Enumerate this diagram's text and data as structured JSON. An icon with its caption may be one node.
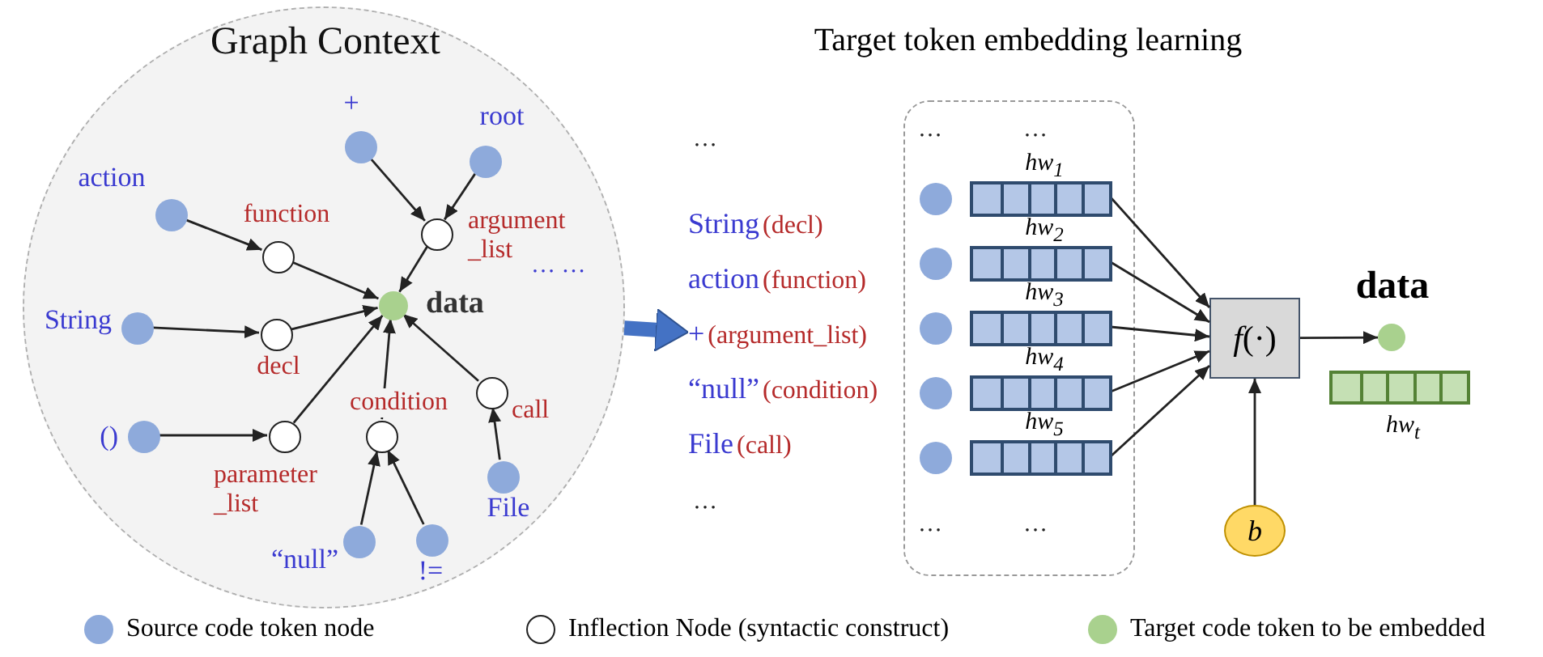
{
  "diagram": {
    "title": "Target token embedding learning",
    "nodes": [
      {
        "text": [
          "Graph Context"
        ]
      },
      {
        "text": [
          "+"
        ],
        "in": 0
      },
      {
        "text": [
          "root"
        ],
        "in": 0
      },
      {
        "text": [
          "action"
        ],
        "in": 0
      },
      {
        "text": [
          "function"
        ],
        "in": 0
      },
      {
        "text": [
          "argument _list"
        ],
        "in": 0
      },
      {
        "text": [
          "data"
        ],
        "in": 0
      },
      {
        "text": [
          "String"
        ],
        "in": 0
      },
      {
        "text": [
          "decl"
        ],
        "in": 0
      },
      {
        "text": [
          "()"
        ],
        "in": 0
      },
      {
        "text": [
          "parameter _list"
        ],
        "in": 0
      },
      {
        "text": [
          "condition"
        ],
        "in": 0
      },
      {
        "text": [
          "call"
        ],
        "in": 0
      },
      {
        "text": [
          "File"
        ],
        "in": 0
      },
      {
        "text": [
          "“null”"
        ],
        "in": 0
      },
      {
        "text": [
          "!="
        ],
        "in": 0
      },
      {
        "text": [
          "String",
          "(decl)",
          "action",
          "(function)",
          "+",
          "(argument_list)",
          "“null”",
          "(condition)",
          "File",
          "(call)"
        ]
      },
      {
        "text": [],
        "shape": "box"
      },
      {
        "text": [],
        "shape": "circle",
        "in": 17
      },
      {
        "text": [
          "hw$_{1}$"
        ],
        "in": 17
      },
      {
        "text": [],
        "shape": "circle",
        "in": 17
      },
      {
        "text": [
          "hw$_{2}$"
        ],
        "in": 17
      },
      {
        "text": [],
        "shape": "circle",
        "in": 17
      },
      {
        "text": [
          "hw$_{3}$"
        ],
        "in": 17
      },
      {
        "text": [],
        "shape": "circle",
        "in": 17
      },
      {
        "text": [
          "hw$_{4}$"
        ],
        "in": 17
      },
      {
        "text": [],
        "shape": "circle",
        "in": 17
      },
      {
        "text": [
          "hw$_{5}$"
        ],
        "in": 17
      },
      {
        "text": [
          "*f*(·)"
        ]
      },
      {
        "text": [
          "data"
        ]
      },
      {
        "text": [
          "hw$_{t}$"
        ]
      },
      {
        "text": [
          "b"
        ]
      }
    ],
    "edges": [
      {
        "from": 0,
        "to": 16,
        "arrow": "to",
        "style": "thick",
        "color": "#4472c4"
      },
      {
        "from": 1,
        "to": 5,
        "arrow": "to"
      },
      {
        "from": 2,
        "to": 5,
        "arrow": "to"
      },
      {
        "from": 3,
        "to": 4,
        "arrow": "to"
      },
      {
        "from": 4,
        "to": 6,
        "arrow": "to"
      },
      {
        "from": 5,
        "to": 6,
        "arrow": "to"
      },
      {
        "from": 7,
        "to": 8,
        "arrow": "to"
      },
      {
        "from": 8,
        "to": 6,
        "arrow": "to"
      },
      {
        "from": 9,
        "to": 10,
        "arrow": "to"
      },
      {
        "from": 10,
        "to": 6,
        "arrow": "to"
      },
      {
        "from": 11,
        "to": 6,
        "arrow": "to"
      },
      {
        "from": 12,
        "to": 6,
        "arrow": "to"
      },
      {
        "from": 13,
        "to": 12,
        "arrow": "to"
      },
      {
        "from": 14,
        "to": 11,
        "arrow": "to"
      },
      {
        "from": 15,
        "to": 11,
        "arrow": "to"
      },
      {
        "from": 19,
        "to": 28,
        "arrow": "to"
      },
      {
        "from": 21,
        "to": 28,
        "arrow": "to"
      },
      {
        "from": 23,
        "to": 28,
        "arrow": "to"
      },
      {
        "from": 25,
        "to": 28,
        "arrow": "to"
      },
      {
        "from": 27,
        "to": 28,
        "arrow": "to"
      },
      {
        "from": 28,
        "to": 29,
        "arrow": "to"
      },
      {
        "from": 31,
        "to": 28,
        "arrow": "to"
      }
    ],
    "labels": [
      "… …",
      "…",
      "…",
      "…",
      "…",
      "…",
      "…"
    ],
    "legend": [
      {
        "text": "Source code token node",
        "color": "#8eaadb"
      },
      {
        "text": "Inflection Node (syntactic construct)"
      },
      {
        "text": "Target code token to be embedded",
        "color": "#a9d18e"
      }
    ]
  }
}
